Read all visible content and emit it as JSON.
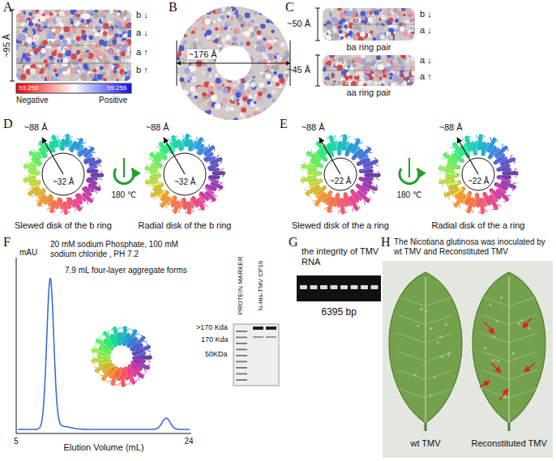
{
  "diagram": {
    "labels": [
      "A",
      "~95 Å",
      "b ↓",
      "a ↓",
      "a ↑",
      "b ↑",
      "59.256",
      "59.256",
      "Negative",
      "Positive",
      "B",
      "~176 Å",
      "C",
      "~50 Å",
      "b ↓",
      "a ↓",
      "ba ring pair",
      "~45 Å",
      "a ↓",
      "a ↑",
      "aa ring pair",
      "D",
      "~88 Å",
      "~32 Å",
      "180 ℃",
      "~88 Å",
      "~32 Å",
      "Slewed disk of the b ring",
      "Radial disk of the b ring",
      "E",
      "~88 Å",
      "~22 Å",
      "180 ℃",
      "~88 Å",
      "~22 Å",
      "Slewed disk of the a ring",
      "Radial disk of the a ring",
      "F",
      "mAU",
      "20 mM sodium Phosphate, 100 mM sodium chloride , PH 7.2",
      "7.9 mL four-layer aggregate forms",
      "5",
      "24",
      "Elution Volume (mL)",
      "PROTEIN MARKER",
      "N-His-TMV CP19",
      ">170 Kda",
      "170 Kda",
      "50KDa",
      "G",
      "the integrity of TMV RNA",
      "6395 bp",
      "H",
      "The Nicotiana glutinosa was inoculated by wt TMV and Reconstituted TMV",
      "wt TMV",
      "Reconstituted TMV"
    ]
  }
}
